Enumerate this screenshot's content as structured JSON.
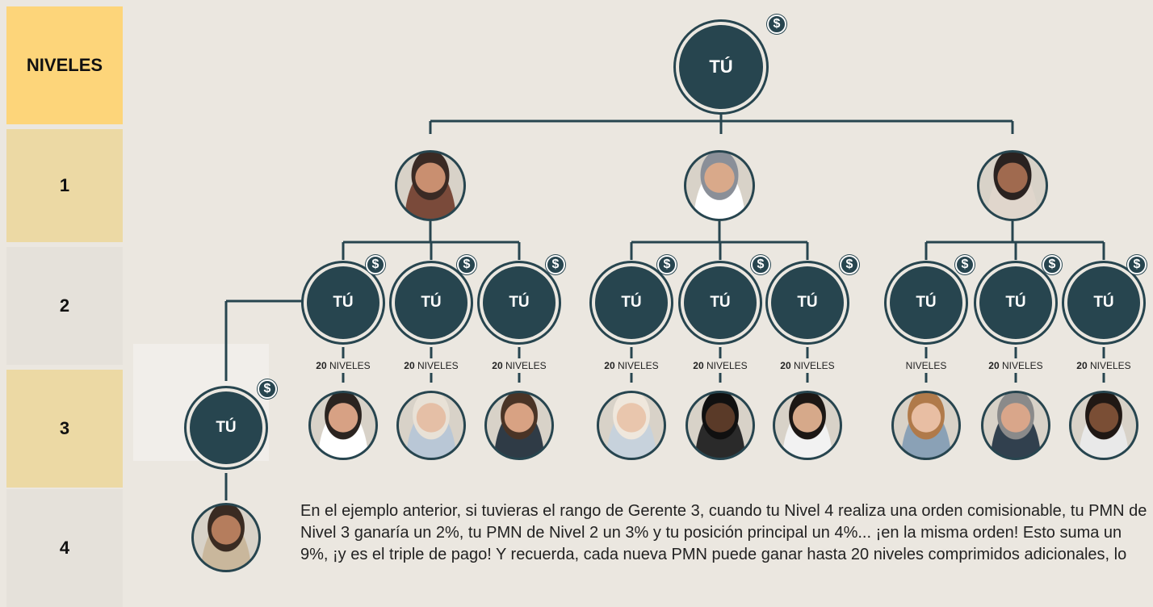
{
  "levels": {
    "header": "NIVELES",
    "rows": [
      "1",
      "2",
      "3",
      "4"
    ]
  },
  "node_label": "TÚ",
  "coin_symbol": "$",
  "level_badge": {
    "count": "20",
    "word": "NIVELES"
  },
  "paragraph": "En el ejemplo anterior, si tuvieras el rango de Gerente 3, cuando tu Nivel 4 realiza una orden comisionable, tu PMN de Nivel 3 ganaría un 2%, tu PMN de Nivel 2 un 3% y tu posición principal un 4%... ¡en la misma orden! Esto suma un 9%, ¡y es el triple de pago! Y recuerda, cada nueva PMN puede ganar hasta 20 niveles comprimidos adicionales, lo",
  "colors": {
    "background": "#ebe7e0",
    "node": "#27454f",
    "level_header": "#fdd57a",
    "level_gold": "#ecd9a4",
    "level_light": "#e5e1da"
  }
}
